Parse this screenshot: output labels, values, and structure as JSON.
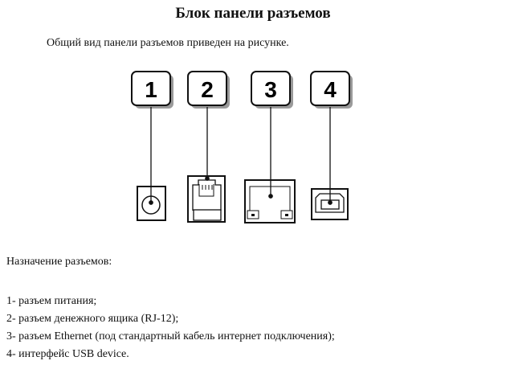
{
  "document": {
    "title": "Блок панели разъемов",
    "intro": "Общий вид панели разъемов приведен на рисунке.",
    "connectors": [
      {
        "number": "1",
        "type": "power-jack-icon"
      },
      {
        "number": "2",
        "type": "rj12-port-icon"
      },
      {
        "number": "3",
        "type": "ethernet-port-icon"
      },
      {
        "number": "4",
        "type": "usb-b-port-icon"
      }
    ],
    "purpose_heading": "Назначение разъемов:",
    "items": [
      "1- разъем питания;",
      "2- разъем денежного ящика (RJ-12);",
      "3- разъем Ethernet (под стандартный кабель интернет подключения);",
      "4- интерфейс USB device."
    ]
  }
}
